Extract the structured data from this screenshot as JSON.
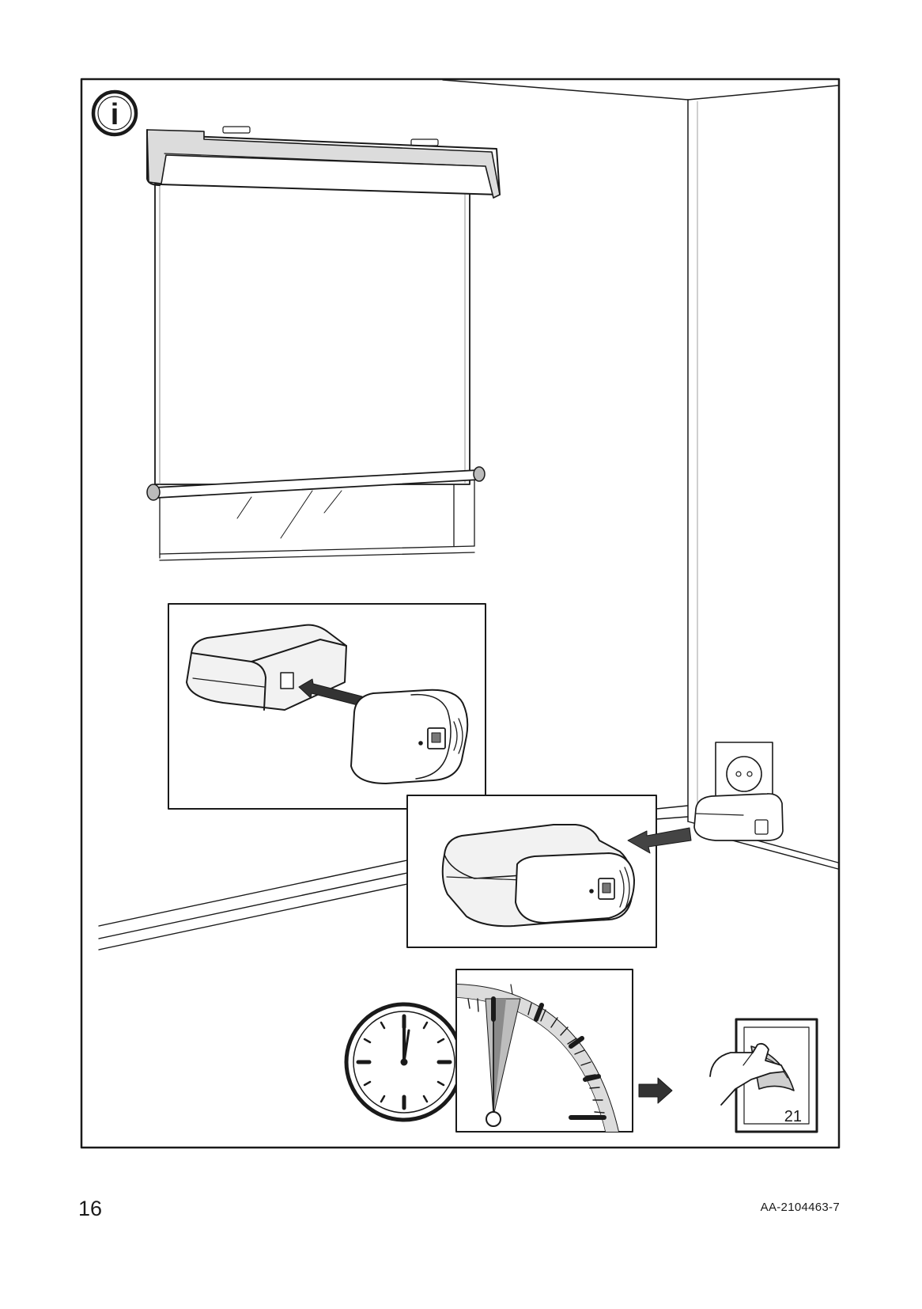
{
  "info_icon": {
    "glyph": "i",
    "icon": "info-icon"
  },
  "next_step": {
    "page_ref": "21",
    "icon": "page-flip-icon"
  },
  "footer": {
    "page_number": "16",
    "doc_code": "AA-2104463-7"
  },
  "colors": {
    "ink": "#1a1a1a",
    "shade": "#c8c8c8",
    "dark_shade": "#555555",
    "paper": "#ffffff"
  }
}
